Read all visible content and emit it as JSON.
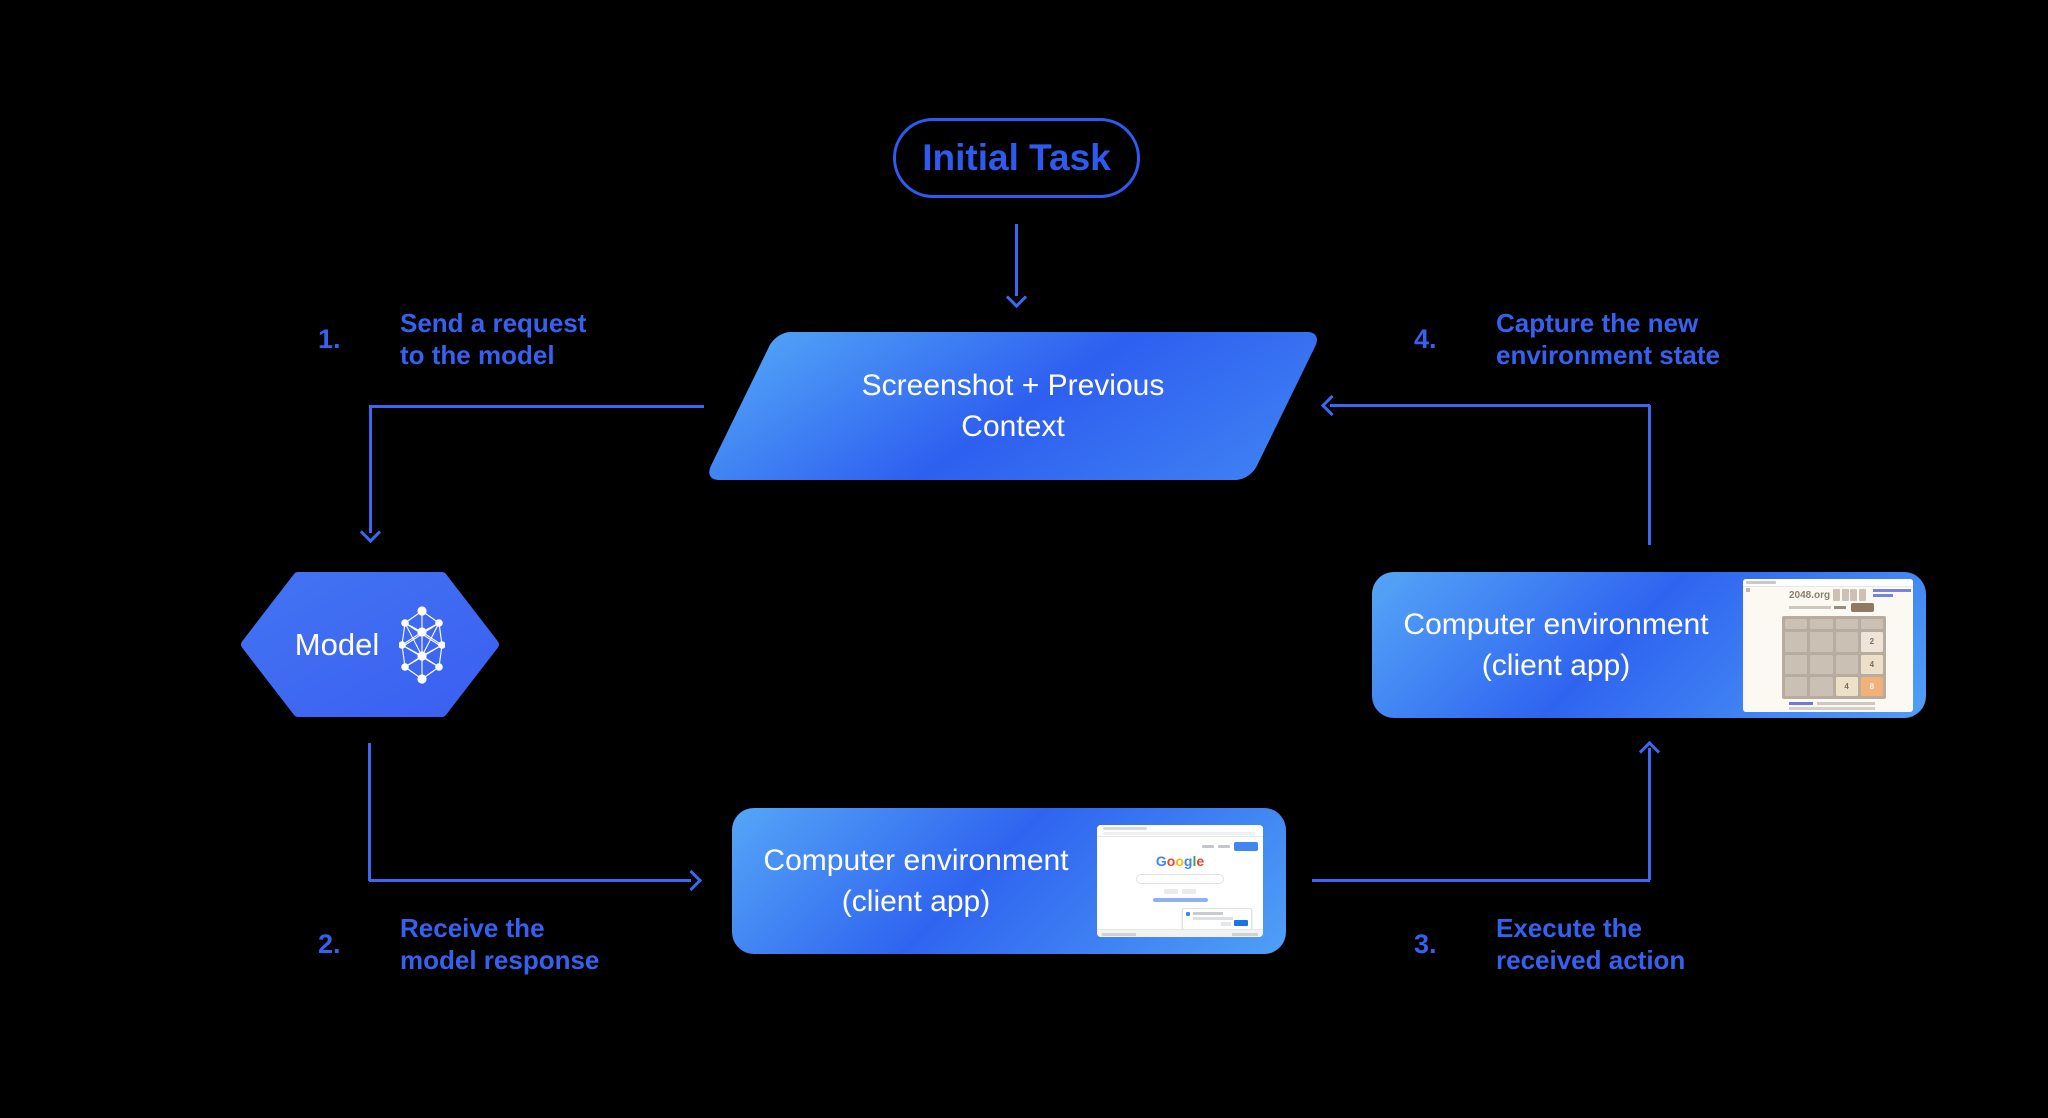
{
  "colors": {
    "background": "#000000",
    "connector_blue": "#3C68F1",
    "label_blue": "#3660F0",
    "pill_blue": "#2E5AF0",
    "box_gradient_light": "#55A6F7",
    "box_gradient_dark": "#2F64F0",
    "tile_2_bg": "#EEE4DA",
    "tile_4_bg": "#EDE0C8",
    "tile_8_bg": "#F2B179"
  },
  "pill": {
    "label": "Initial Task"
  },
  "parallelogram": {
    "line1": "Screenshot + Previous",
    "line2": "Context"
  },
  "model": {
    "label": "Model",
    "icon": "neural-network-icon"
  },
  "env_bottom": {
    "line1": "Computer environment",
    "line2": "(client app)"
  },
  "env_right": {
    "line1": "Computer environment",
    "line2": "(client app)"
  },
  "steps": [
    {
      "num": "1.",
      "line1": "Send a request",
      "line2": "to the model"
    },
    {
      "num": "2.",
      "line1": "Receive the",
      "line2": "model response"
    },
    {
      "num": "3.",
      "line1": "Execute the",
      "line2": "received action"
    },
    {
      "num": "4.",
      "line1": "Capture the new",
      "line2": "environment state"
    }
  ],
  "google_thumb": {
    "logo_letters": [
      {
        "char": "G",
        "color": "#4285F4"
      },
      {
        "char": "o",
        "color": "#EA4335"
      },
      {
        "char": "o",
        "color": "#FBBC05"
      },
      {
        "char": "g",
        "color": "#4285F4"
      },
      {
        "char": "l",
        "color": "#34A853"
      },
      {
        "char": "e",
        "color": "#EA4335"
      }
    ]
  },
  "game_thumb": {
    "site": "2048.org",
    "cells": [
      "",
      "",
      "",
      "",
      "",
      "",
      "",
      "2",
      "",
      "",
      "",
      "4",
      "",
      "",
      "4",
      "8"
    ]
  }
}
